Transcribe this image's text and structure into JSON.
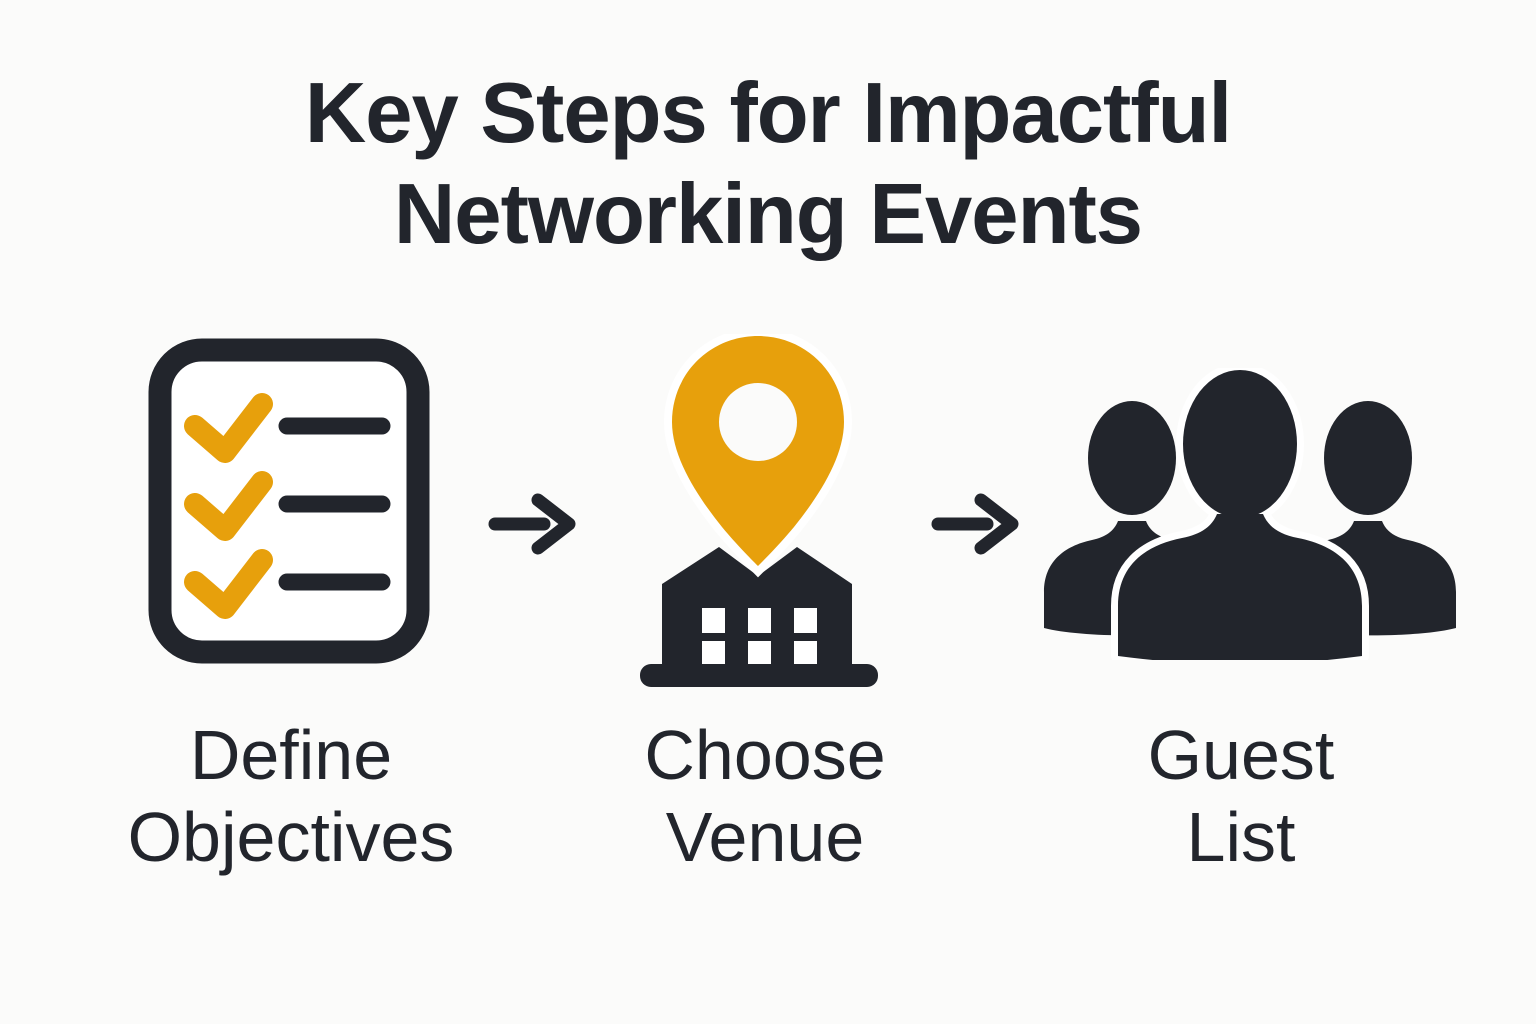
{
  "title": {
    "line1": "Key Steps for Impactful",
    "line2": "Networking Events"
  },
  "steps": [
    {
      "id": "define-objectives",
      "icon": "checklist-icon",
      "label_line1": "Define",
      "label_line2": "Objectives"
    },
    {
      "id": "choose-venue",
      "icon": "venue-location-icon",
      "label_line1": "Choose",
      "label_line2": "Venue"
    },
    {
      "id": "guest-list",
      "icon": "guest-group-icon",
      "label_line1": "Guest",
      "label_line2": "List"
    }
  ],
  "connector": {
    "icon": "arrow-right-icon",
    "count": 2
  },
  "colors": {
    "ink": "#22252C",
    "accent": "#E7A00C",
    "background": "#FBFBFA",
    "white": "#FFFFFF"
  }
}
